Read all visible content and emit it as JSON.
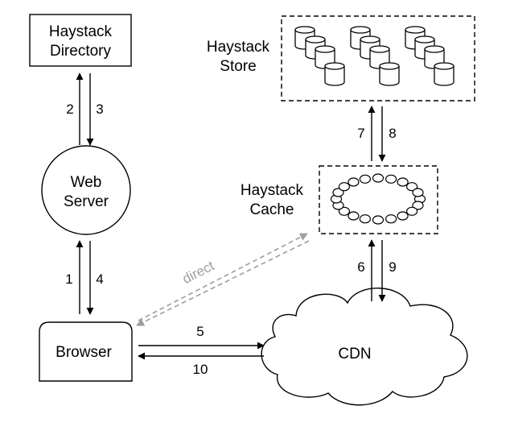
{
  "diagram": {
    "directory": {
      "line1": "Haystack",
      "line2": "Directory"
    },
    "web_server": {
      "line1": "Web",
      "line2": "Server"
    },
    "browser": "Browser",
    "cdn": "CDN",
    "store": {
      "line1": "Haystack",
      "line2": "Store"
    },
    "cache": {
      "line1": "Haystack",
      "line2": "Cache"
    },
    "direct_label": "direct",
    "steps": {
      "s1": "1",
      "s2": "2",
      "s3": "3",
      "s4": "4",
      "s5": "5",
      "s6": "6",
      "s7": "7",
      "s8": "8",
      "s9": "9",
      "s10": "10"
    }
  },
  "colors": {
    "stroke": "#000000",
    "direct_arrow": "#9e9e9e",
    "background": "#ffffff"
  }
}
